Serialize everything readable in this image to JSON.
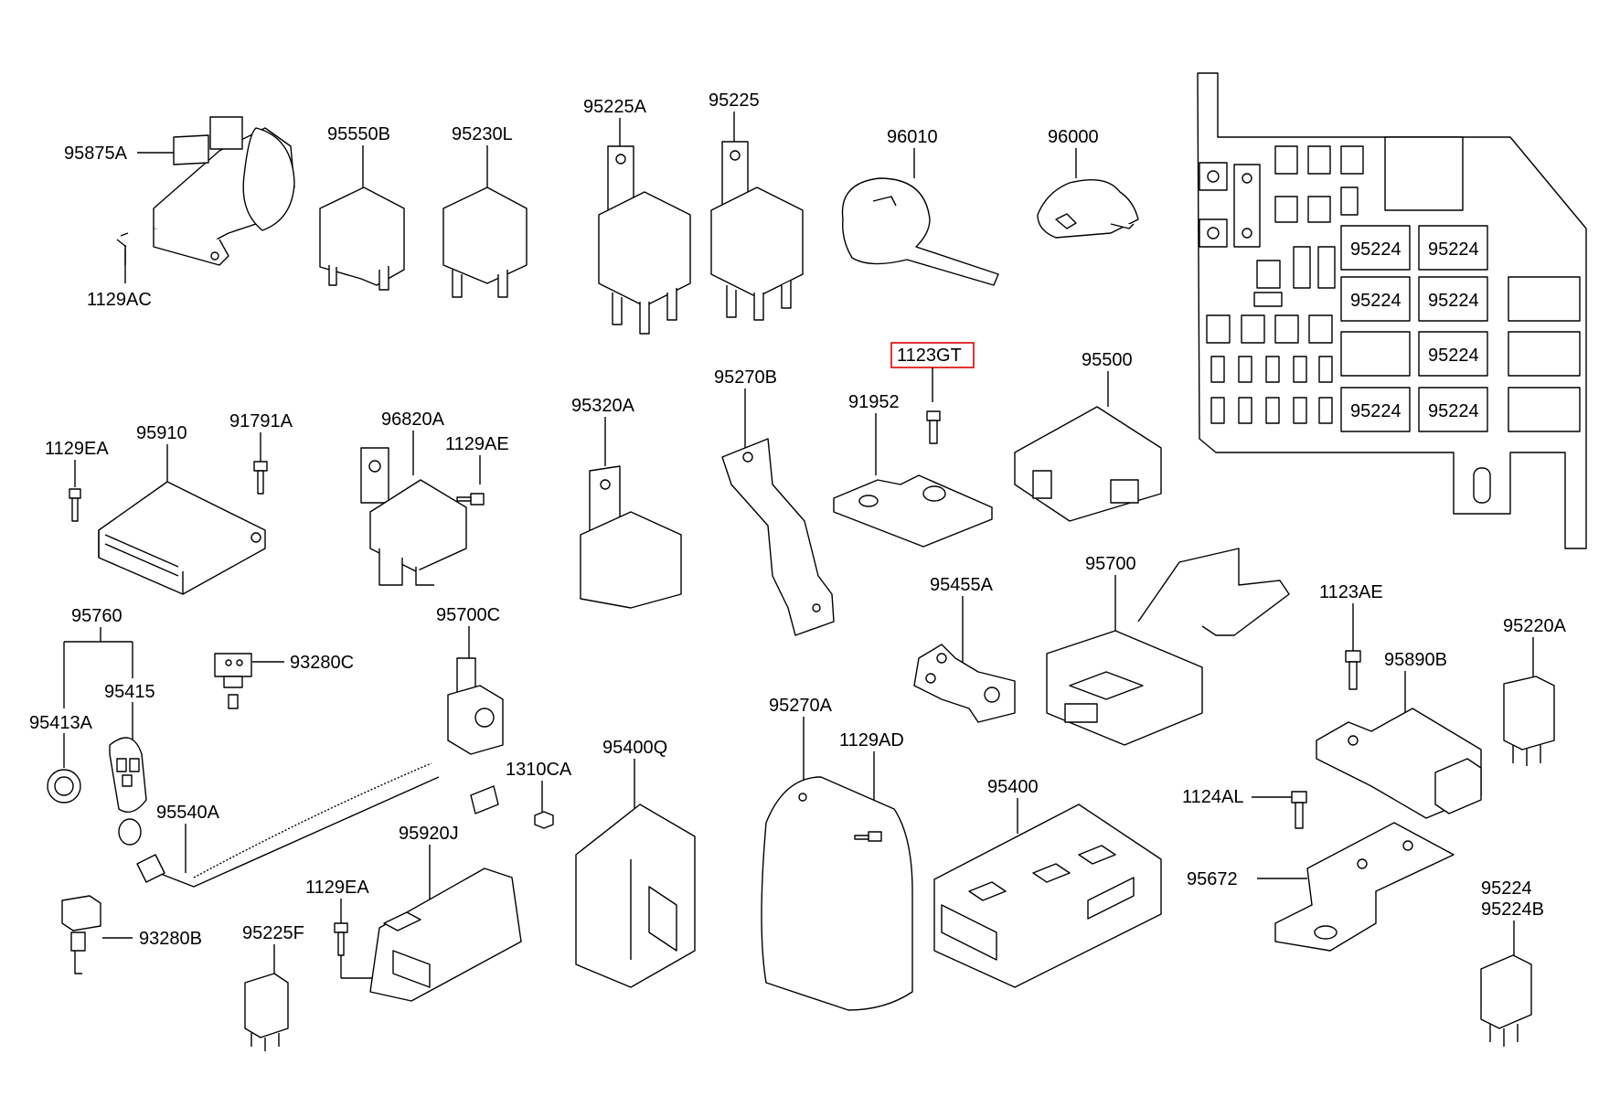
{
  "diagram": {
    "highlighted_part": "1123GT",
    "part_labels": {
      "p95875A": "95875A",
      "p1129AC": "1129AC",
      "p95550B": "95550B",
      "p95230L": "95230L",
      "p95225A": "95225A",
      "p95225": "95225",
      "p96010": "96010",
      "p96000": "96000",
      "p1123GT": "1123GT",
      "p91952": "91952",
      "p95270B": "95270B",
      "p95320A": "95320A",
      "p95500": "95500",
      "p1129EA_a": "1129EA",
      "p95910": "95910",
      "p91791A": "91791A",
      "p96820A": "96820A",
      "p1129AE": "1129AE",
      "p95760": "95760",
      "p95415": "95415",
      "p95413A": "95413A",
      "p93280C": "93280C",
      "p95700C": "95700C",
      "p95455A": "95455A",
      "p95700": "95700",
      "p1123AE": "1123AE",
      "p95890B": "95890B",
      "p95220A": "95220A",
      "p95540A": "95540A",
      "p1310CA": "1310CA",
      "p95400Q": "95400Q",
      "p95270A": "95270A",
      "p1129AD": "1129AD",
      "p95400": "95400",
      "p1124AL": "1124AL",
      "p95672": "95672",
      "p95920J": "95920J",
      "p1129EA_b": "1129EA",
      "p93280B": "93280B",
      "p95225F": "95225F",
      "p95224_side": "95224",
      "p95224B": "95224B"
    },
    "fuse_box_labels": [
      "95224",
      "95224",
      "95224",
      "95224",
      "95224",
      "95224",
      "95224"
    ]
  }
}
